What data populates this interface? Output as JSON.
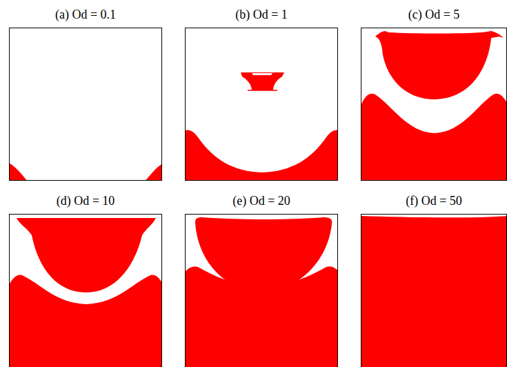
{
  "diagram": {
    "nodes": [
      {
        "text": [
          "(a) Od = 0.1"
        ]
      },
      {
        "text": [
          "(b) Od = 1"
        ]
      },
      {
        "text": [
          "(c) Od = 5"
        ]
      },
      {
        "text": [
          "(d) Od = 10"
        ]
      },
      {
        "text": [
          "(e) Od = 20"
        ]
      },
      {
        "text": [
          "(f) Od = 50"
        ]
      }
    ]
  }
}
